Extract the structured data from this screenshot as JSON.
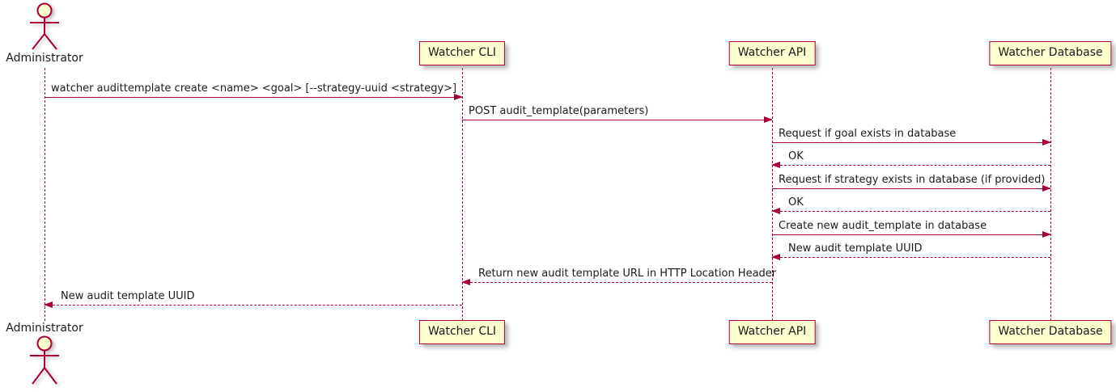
{
  "diagram": {
    "type": "sequence",
    "colors": {
      "accent": "#A80036",
      "participant_fill": "#FEFECE",
      "text": "#1b1b1b",
      "background": "#FFFFFF"
    },
    "participants": [
      {
        "label": "Administrator",
        "kind": "actor"
      },
      {
        "label": "Watcher CLI",
        "kind": "participant"
      },
      {
        "label": "Watcher API",
        "kind": "participant"
      },
      {
        "label": "Watcher Database",
        "kind": "participant"
      }
    ],
    "messages": [
      {
        "from": "Administrator",
        "to": "Watcher CLI",
        "line": "solid",
        "label": "watcher audittemplate create <name> <goal> [--strategy-uuid <strategy>]"
      },
      {
        "from": "Watcher CLI",
        "to": "Watcher API",
        "line": "solid",
        "label": "POST audit_template(parameters)"
      },
      {
        "from": "Watcher API",
        "to": "Watcher Database",
        "line": "solid",
        "label": "Request if goal exists in database"
      },
      {
        "from": "Watcher Database",
        "to": "Watcher API",
        "line": "dashed",
        "label": "OK"
      },
      {
        "from": "Watcher API",
        "to": "Watcher Database",
        "line": "solid",
        "label": "Request if strategy exists in database (if provided)"
      },
      {
        "from": "Watcher Database",
        "to": "Watcher API",
        "line": "dashed",
        "label": "OK"
      },
      {
        "from": "Watcher API",
        "to": "Watcher Database",
        "line": "solid",
        "label": "Create new audit_template in database"
      },
      {
        "from": "Watcher Database",
        "to": "Watcher API",
        "line": "dashed",
        "label": "New audit template UUID"
      },
      {
        "from": "Watcher API",
        "to": "Watcher CLI",
        "line": "dashed",
        "label": "Return new audit template URL in HTTP Location Header"
      },
      {
        "from": "Watcher CLI",
        "to": "Administrator",
        "line": "dashed",
        "label": "New audit template UUID"
      }
    ]
  }
}
